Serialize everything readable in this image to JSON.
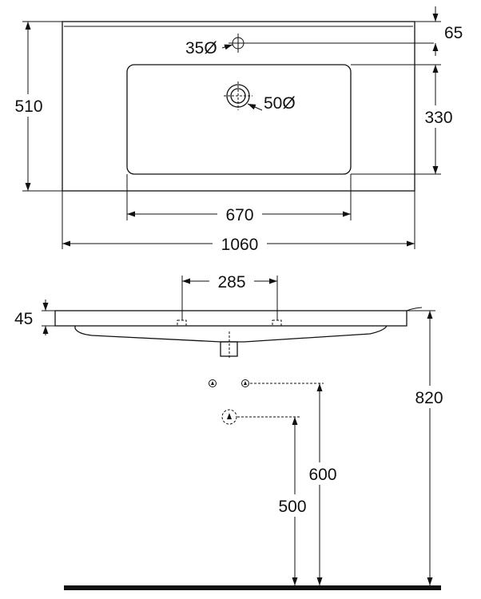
{
  "top_view": {
    "width_total": "1060",
    "depth_total": "510",
    "basin_width": "670",
    "basin_depth": "330",
    "rim_offset": "65",
    "tap_hole": "35Ø",
    "drain_hole": "50Ø"
  },
  "side_view": {
    "tap_spacing": "285",
    "top_thickness": "45",
    "mount_height": "820",
    "water_height": "600",
    "drain_height": "500"
  }
}
